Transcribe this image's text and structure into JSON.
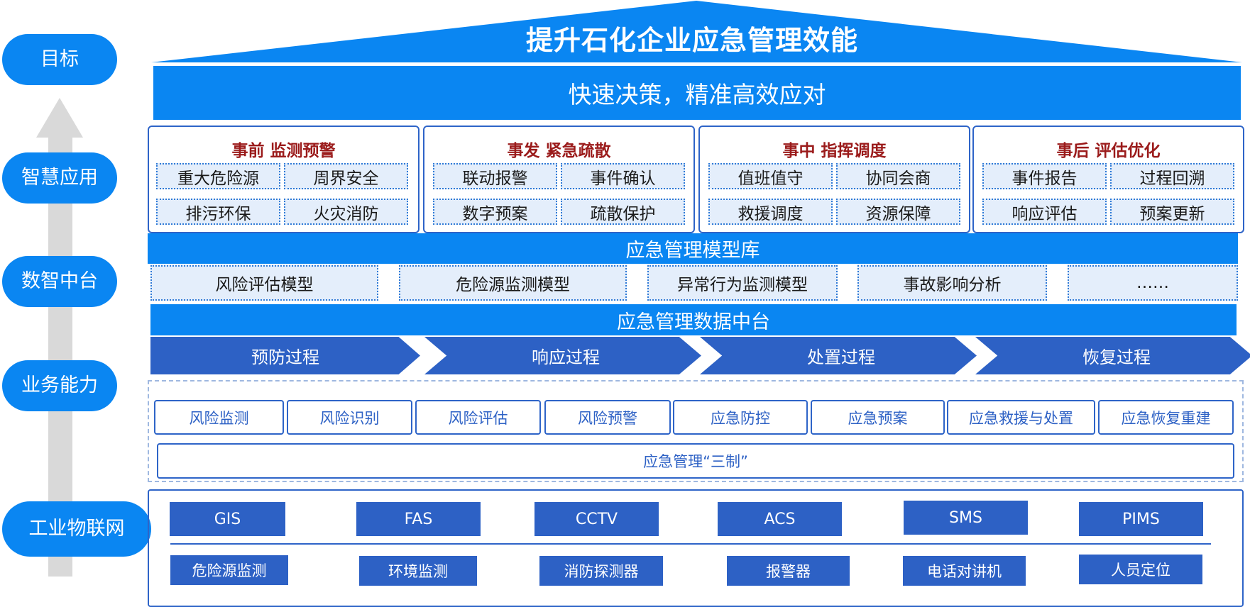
{
  "left_labels": [
    "目标",
    "智慧应用",
    "数智中台",
    "业务能力",
    "工业物联网"
  ],
  "goal": {
    "title": "提升石化企业应急管理效能",
    "subtitle": "快速决策，精准高效应对"
  },
  "phases": [
    {
      "title": "事前 监测预警",
      "items": [
        "重大危险源",
        "周界安全",
        "排污环保",
        "火灾消防"
      ]
    },
    {
      "title": "事发 紧急疏散",
      "items": [
        "联动报警",
        "事件确认",
        "数字预案",
        "疏散保护"
      ]
    },
    {
      "title": "事中 指挥调度",
      "items": [
        "值班值守",
        "协同会商",
        "救援调度",
        "资源保障"
      ]
    },
    {
      "title": "事后 评估优化",
      "items": [
        "事件报告",
        "过程回溯",
        "响应评估",
        "预案更新"
      ]
    }
  ],
  "model_library": {
    "title": "应急管理模型库",
    "items": [
      "风险评估模型",
      "危险源监测模型",
      "异常行为监测模型",
      "事故影响分析",
      "……"
    ]
  },
  "data_platform": {
    "title": "应急管理数据中台"
  },
  "processes": [
    "预防过程",
    "响应过程",
    "处置过程",
    "恢复过程"
  ],
  "capabilities": {
    "items": [
      "风险监测",
      "风险识别",
      "风险评估",
      "风险预警",
      "应急防控",
      "应急预案",
      "应急救援与处置",
      "应急恢复重建"
    ],
    "system": "应急管理“三制”"
  },
  "iot": {
    "systems": [
      "GIS",
      "FAS",
      "CCTV",
      "ACS",
      "SMS",
      "PIMS"
    ],
    "devices": [
      "危险源监测",
      "环境监测",
      "消防探测器",
      "报警器",
      "电话对讲机",
      "人员定位"
    ]
  },
  "colors": {
    "primary": "#0a86f2",
    "dark_blue": "#2d61c5",
    "phase_title": "#9b1b1b",
    "cell_bg": "#e4eefb",
    "arrow": "#d9d9d9"
  }
}
